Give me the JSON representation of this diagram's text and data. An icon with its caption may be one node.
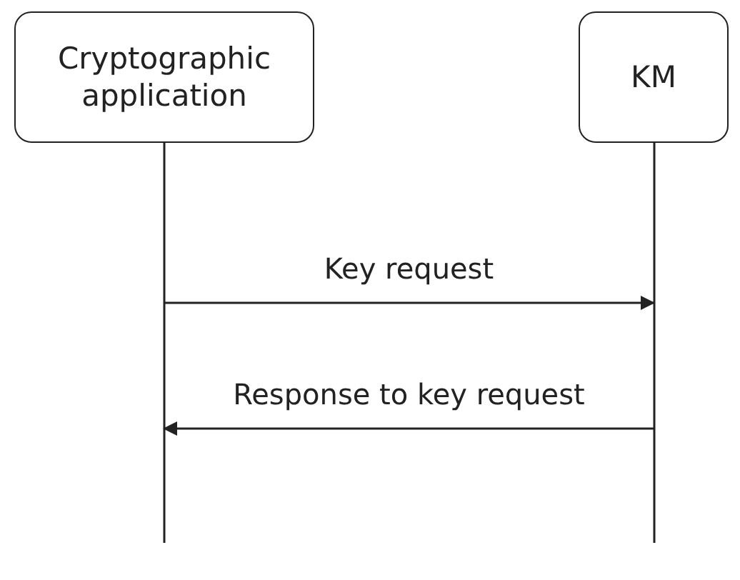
{
  "diagram": {
    "nodes": [
      {
        "text": [
          "Cryptographic application"
        ]
      },
      {
        "text": [
          "KM"
        ]
      }
    ],
    "edges": [
      {
        "from": 0,
        "to": 1,
        "arrow": "to",
        "label": "Key request"
      },
      {
        "from": 1,
        "to": 0,
        "arrow": "to",
        "label": "Response to key request"
      }
    ]
  }
}
